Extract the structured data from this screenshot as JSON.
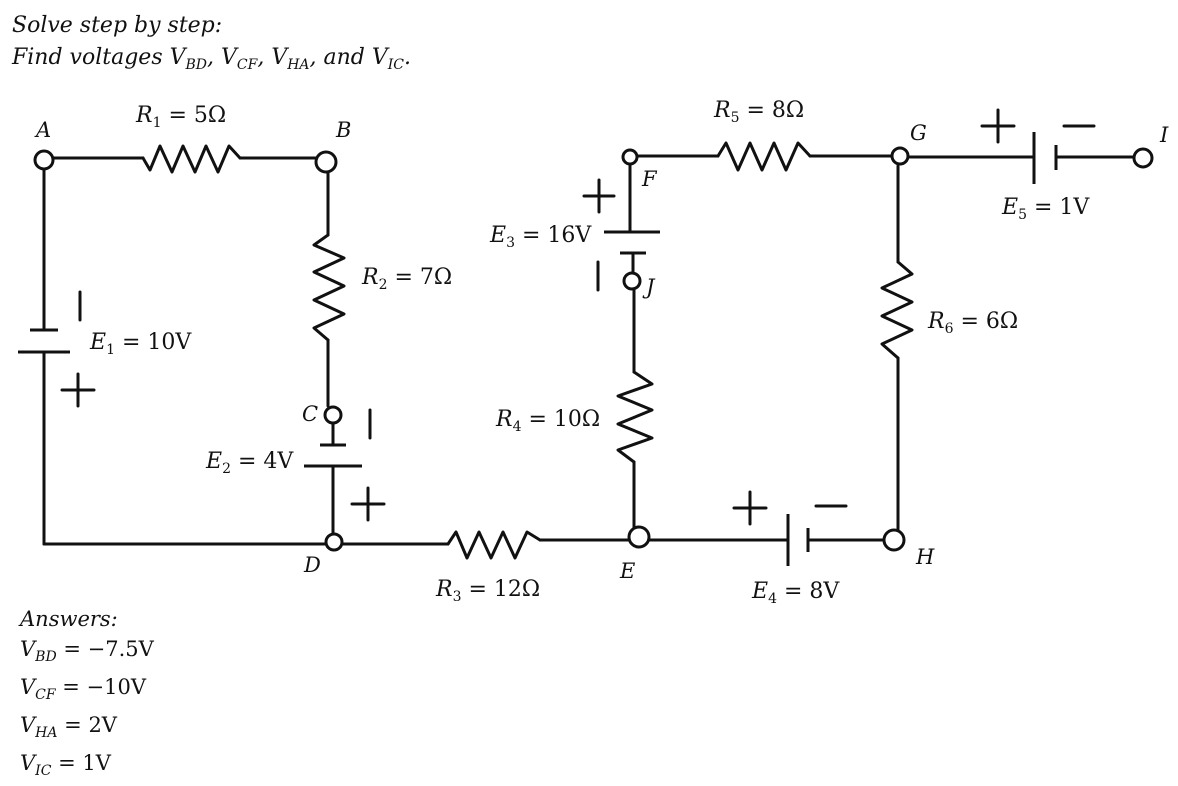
{
  "problem": {
    "line1": "Solve step by step:",
    "line2_prefix": "Find voltages V",
    "v1_sub": "BD",
    "v2_sub": "CF",
    "v3_sub": "HA",
    "v4_sub": "IC",
    "line2_suffix": ", and V",
    "line2_end": "."
  },
  "nodes": {
    "A": "A",
    "B": "B",
    "C": "C",
    "D": "D",
    "E": "E",
    "F": "F",
    "G": "G",
    "H": "H",
    "I": "I",
    "J": "J"
  },
  "components": {
    "R1": {
      "sym": "R",
      "sub": "1",
      "value": " = 5Ω"
    },
    "R2": {
      "sym": "R",
      "sub": "2",
      "value": " = 7Ω"
    },
    "R3": {
      "sym": "R",
      "sub": "3",
      "value": " = 12Ω"
    },
    "R4": {
      "sym": "R",
      "sub": "4",
      "value": " = 10Ω"
    },
    "R5": {
      "sym": "R",
      "sub": "5",
      "value": " = 8Ω"
    },
    "R6": {
      "sym": "R",
      "sub": "6",
      "value": " = 6Ω"
    },
    "E1": {
      "sym": "E",
      "sub": "1",
      "value": " = 10V"
    },
    "E2": {
      "sym": "E",
      "sub": "2",
      "value": " = 4V"
    },
    "E3": {
      "sym": "E",
      "sub": "3",
      "value": " = 16V"
    },
    "E4": {
      "sym": "E",
      "sub": "4",
      "value": " = 8V"
    },
    "E5": {
      "sym": "E",
      "sub": "5",
      "value": " = 1V"
    }
  },
  "answers": {
    "title": "Answers:",
    "rows": [
      {
        "sym": "V",
        "sub": "BD",
        "value": " = −7.5V"
      },
      {
        "sym": "V",
        "sub": "CF",
        "value": " = −10V"
      },
      {
        "sym": "V",
        "sub": "HA",
        "value": " = 2V"
      },
      {
        "sym": "V",
        "sub": "IC",
        "value": " = 1V"
      }
    ]
  }
}
